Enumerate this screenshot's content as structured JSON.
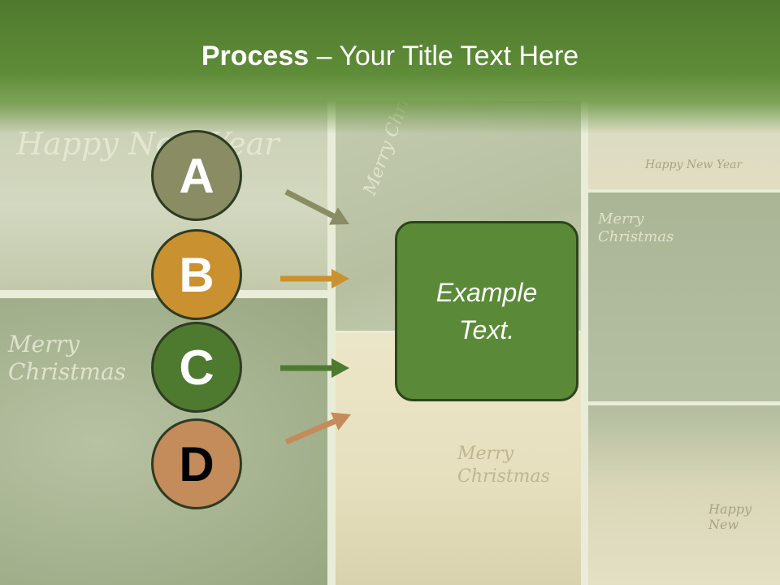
{
  "title": {
    "strong": "Process",
    "rest": " – Your Title Text Here"
  },
  "steps": [
    {
      "letter": "A",
      "color": "#8a8c63",
      "text_color": "#ffffff",
      "arrow_color": "#8a8c63"
    },
    {
      "letter": "B",
      "color": "#c99130",
      "text_color": "#ffffff",
      "arrow_color": "#c99130"
    },
    {
      "letter": "C",
      "color": "#4e7a2f",
      "text_color": "#ffffff",
      "arrow_color": "#4e7a2f"
    },
    {
      "letter": "D",
      "color": "#c48c5a",
      "text_color": "#000000",
      "arrow_color": "#c48c5a"
    }
  ],
  "box": {
    "text": "Example Text.",
    "color": "#5a8a37"
  },
  "background": {
    "greetings": [
      "Happy New Year",
      "Merry Christmas",
      "Merry Christmas",
      "Merry Christmas",
      "Happy New Year",
      "Merry Christmas",
      "Happy New"
    ]
  }
}
